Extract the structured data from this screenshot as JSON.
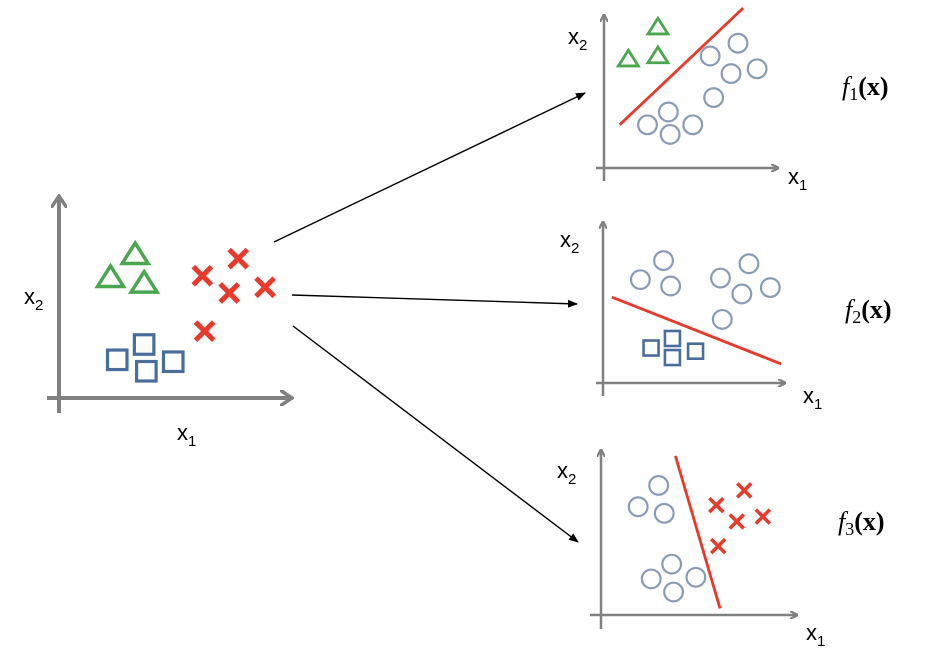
{
  "title": "Multi-class classification via one-vs-rest binary classifiers",
  "colors": {
    "axis": "#808080",
    "triangle": "#4aa64f",
    "square": "#4a6e9c",
    "cross": "#e8392b",
    "circle": "#8a9bb8",
    "boundary": "#e8392b",
    "arrow": "#000000"
  },
  "input_plot": {
    "x_label": "x",
    "x_label_sub": "1",
    "y_label": "x",
    "y_label_sub": "2",
    "classes": [
      {
        "name": "triangle",
        "points": [
          [
            0.34,
            0.75
          ],
          [
            0.23,
            0.63
          ],
          [
            0.38,
            0.6
          ]
        ]
      },
      {
        "name": "square",
        "points": [
          [
            0.26,
            0.2
          ],
          [
            0.38,
            0.28
          ],
          [
            0.39,
            0.14
          ],
          [
            0.51,
            0.19
          ]
        ]
      },
      {
        "name": "cross",
        "points": [
          [
            0.8,
            0.73
          ],
          [
            0.64,
            0.64
          ],
          [
            0.76,
            0.55
          ],
          [
            0.92,
            0.58
          ],
          [
            0.65,
            0.35
          ]
        ]
      }
    ]
  },
  "classifier_plots": [
    {
      "function_label": "f",
      "function_sub": "1",
      "function_arg": "(x)",
      "x_label": "x",
      "x_label_sub": "1",
      "y_label": "x",
      "y_label_sub": "2",
      "positive_class": "triangle",
      "positive_points": [
        [
          0.31,
          0.88
        ],
        [
          0.14,
          0.68
        ],
        [
          0.31,
          0.7
        ]
      ],
      "negative_points": [
        [
          0.61,
          0.7
        ],
        [
          0.77,
          0.78
        ],
        [
          0.73,
          0.59
        ],
        [
          0.88,
          0.62
        ],
        [
          0.63,
          0.44
        ],
        [
          0.37,
          0.35
        ],
        [
          0.25,
          0.27
        ],
        [
          0.38,
          0.21
        ],
        [
          0.51,
          0.27
        ]
      ],
      "boundary": [
        [
          0.09,
          0.27
        ],
        [
          0.8,
          1.0
        ]
      ]
    },
    {
      "function_label": "f",
      "function_sub": "2",
      "function_arg": "(x)",
      "x_label": "x",
      "x_label_sub": "1",
      "y_label": "x",
      "y_label_sub": "2",
      "positive_class": "square",
      "positive_points": [
        [
          0.27,
          0.22
        ],
        [
          0.39,
          0.28
        ],
        [
          0.39,
          0.16
        ],
        [
          0.52,
          0.2
        ]
      ],
      "negative_points": [
        [
          0.34,
          0.77
        ],
        [
          0.21,
          0.65
        ],
        [
          0.38,
          0.61
        ],
        [
          0.66,
          0.66
        ],
        [
          0.82,
          0.75
        ],
        [
          0.78,
          0.56
        ],
        [
          0.94,
          0.6
        ],
        [
          0.67,
          0.4
        ]
      ],
      "boundary": [
        [
          0.05,
          0.54
        ],
        [
          1.0,
          0.12
        ]
      ]
    },
    {
      "function_label": "f",
      "function_sub": "3",
      "function_arg": "(x)",
      "x_label": "x",
      "x_label_sub": "1",
      "y_label": "x",
      "y_label_sub": "2",
      "positive_class": "cross",
      "positive_points": [
        [
          0.62,
          0.67
        ],
        [
          0.77,
          0.76
        ],
        [
          0.73,
          0.57
        ],
        [
          0.87,
          0.6
        ],
        [
          0.63,
          0.42
        ]
      ],
      "negative_points": [
        [
          0.31,
          0.79
        ],
        [
          0.2,
          0.66
        ],
        [
          0.34,
          0.62
        ],
        [
          0.38,
          0.31
        ],
        [
          0.27,
          0.22
        ],
        [
          0.39,
          0.14
        ],
        [
          0.51,
          0.23
        ]
      ],
      "boundary": [
        [
          0.4,
          0.97
        ],
        [
          0.64,
          0.04
        ]
      ]
    }
  ]
}
